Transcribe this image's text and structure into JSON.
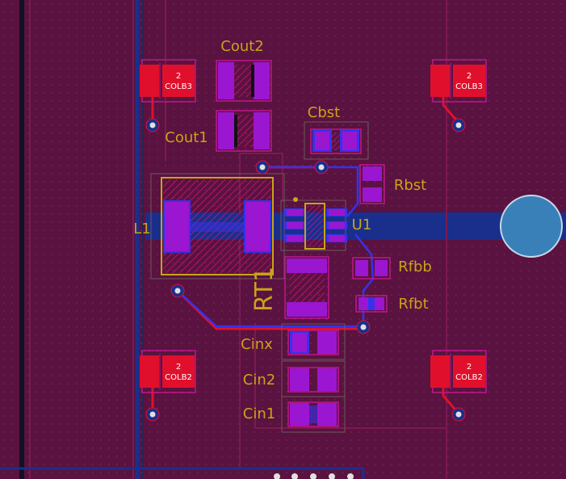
{
  "colors": {
    "board": "#5a1240",
    "top_copper": "#e0102c",
    "bottom_copper": "#1a2f8c",
    "pad_blue": "#3333ee",
    "pad_magenta": "#9b16d0",
    "overlay": "#c8a418",
    "outline": "#c0188a",
    "via": "#e0e0e0"
  },
  "designators": {
    "cout2": "Cout2",
    "cout1": "Cout1",
    "cbst": "Cbst",
    "rbst": "Rbst",
    "u1": "U1",
    "l1": "L1",
    "rfbb": "Rfbb",
    "rfbt": "Rfbt",
    "rt1": "RT1",
    "cinx": "Cinx",
    "cin2": "Cin2",
    "cin1": "Cin1"
  },
  "connectors": {
    "top_left": {
      "pin": "2",
      "net": "COLB3"
    },
    "top_right": {
      "pin": "2",
      "net": "COLB3"
    },
    "bottom_left": {
      "pin": "2",
      "net": "COLB2"
    },
    "bottom_right": {
      "pin": "2",
      "net": "COLB2"
    }
  }
}
